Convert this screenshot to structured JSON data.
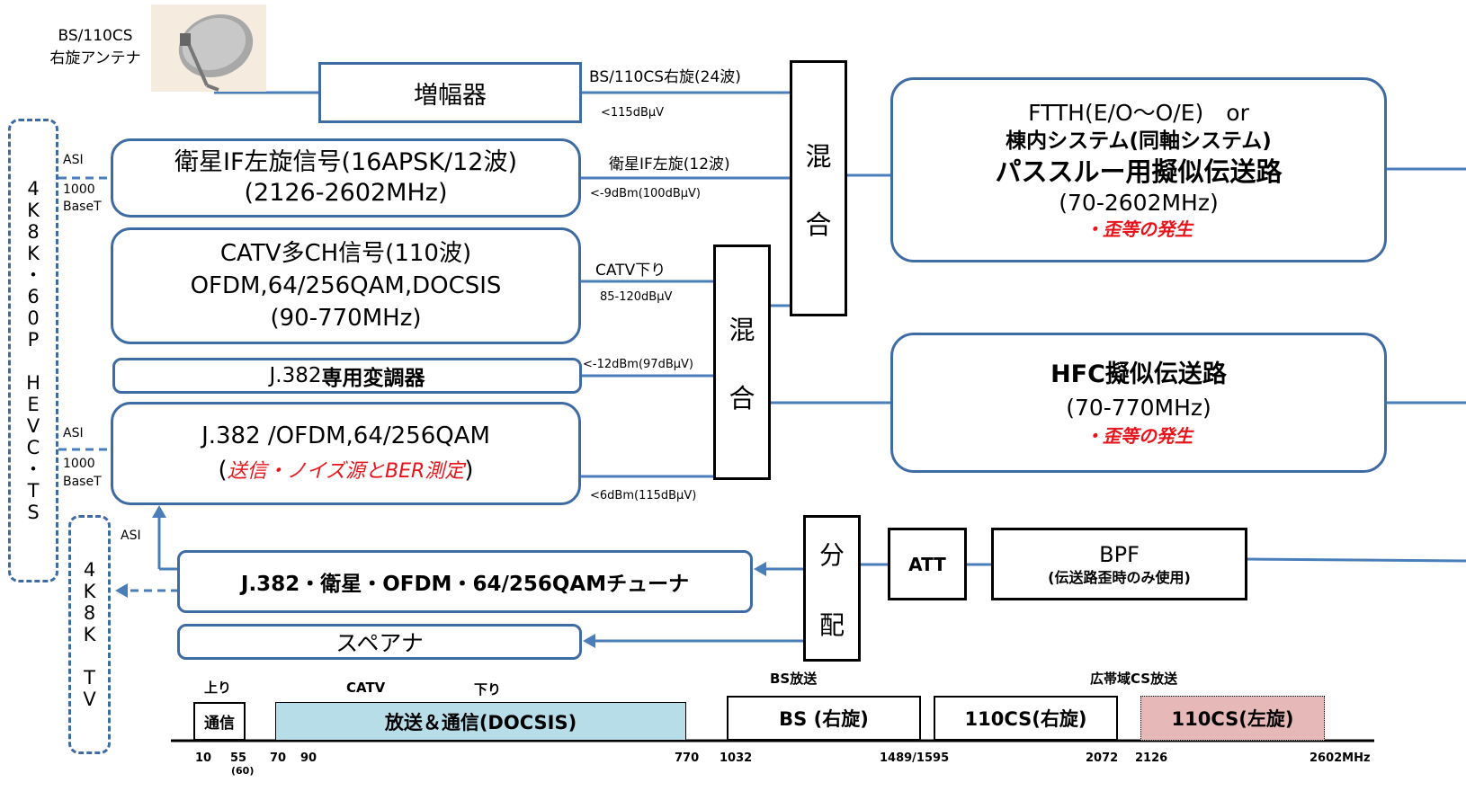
{
  "antenna": {
    "line1": "BS/110CS",
    "line2": "右旋アンテナ"
  },
  "amplifier": "増幅器",
  "sat_if": {
    "line1": "衛星IF左旋信号(16APSK/12波)",
    "line2": "(2126-2602MHz)"
  },
  "catv_multi": {
    "line1": "CATV多CH信号(110波)",
    "line2": "OFDM,64/256QAM,DOCSIS",
    "line3": "(90-770MHz)"
  },
  "j382_mod": {
    "a": "J.382",
    "b": "専用変調器"
  },
  "j382_ofdm": {
    "line1": "J.382 /OFDM,64/256QAM",
    "open": "(",
    "italic": "送信・ノイズ源とBER測定",
    "close": ")"
  },
  "mixer_top": [
    "混",
    "合"
  ],
  "mixer_mid": [
    "混",
    "合"
  ],
  "splitter": [
    "分",
    "配"
  ],
  "ftth": {
    "line1": "FTTH(E/O〜O/E)　or",
    "line2": "棟内システム(同軸システム)",
    "line3": "パススルー用擬似伝送路",
    "line4": "(70-2602MHz)",
    "line5": "・歪等の発生"
  },
  "hfc": {
    "line1": "HFC擬似伝送路",
    "line2": "(70-770MHz)",
    "line3": "・歪等の発生"
  },
  "att": "ATT",
  "bpf": {
    "line1": "BPF",
    "line2": "(伝送路歪時のみ使用)"
  },
  "tuner": "J.382・衛星・OFDM・64/256QAMチューナ",
  "spectrum": "スペアナ",
  "left_col": [
    "4",
    "K",
    "8",
    "K",
    "・",
    "6",
    "0",
    "P",
    "",
    "H",
    "E",
    "V",
    "C",
    "・",
    "T",
    "S"
  ],
  "tv_col": [
    "4",
    "K",
    "8",
    "K",
    "",
    "T",
    "V"
  ],
  "labels": {
    "bs_line": "BS/110CS右旋(24波)",
    "bs_level": "<115dBμV",
    "satif_line": "衛星IF左旋(12波)",
    "satif_level": "<-9dBm(100dBμV)",
    "catv_line": "CATV下り",
    "catv_level": "85-120dBμV",
    "j382_level": "<-12dBm(97dBμV)",
    "ofdm_level": "<6dBm(115dBμV)",
    "asi": "ASI",
    "base1": "1000",
    "base2": "BaseT"
  },
  "spectrum_chart": {
    "hdr_up": "上り",
    "hdr_catv": "CATV",
    "hdr_down": "下り",
    "hdr_bs": "BS放送",
    "hdr_cs": "広帯域CS放送",
    "b_comm": "通信",
    "b_catv": "放送＆通信(DOCSIS)",
    "b_bs": "BS (右旋)",
    "b_cs_r": "110CS(右旋)",
    "b_cs_l": "110CS(左旋)",
    "ticks": [
      "10",
      "55",
      "(60)",
      "70",
      "90",
      "770",
      "1032",
      "1489/1595",
      "2072",
      "2126",
      "2602MHz"
    ],
    "colors": {
      "catv_fill": "#b7dde8",
      "cs_left_fill": "#e6b9b8"
    }
  }
}
